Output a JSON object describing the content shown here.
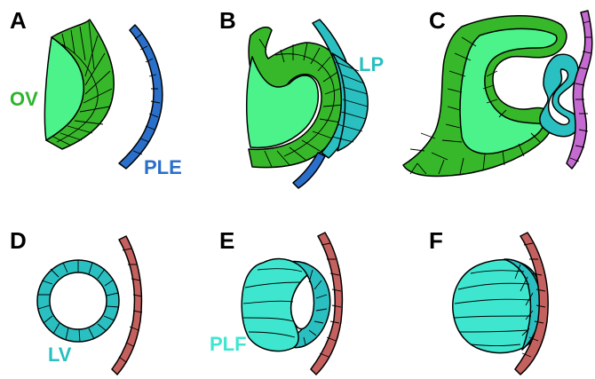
{
  "panels": {
    "a": {
      "letter": "A",
      "labels": {
        "ov": "OV",
        "ple": "PLE"
      }
    },
    "b": {
      "letter": "B",
      "labels": {
        "lp": "LP"
      }
    },
    "c": {
      "letter": "C"
    },
    "d": {
      "letter": "D",
      "labels": {
        "lv": "LV"
      }
    },
    "e": {
      "letter": "E",
      "labels": {
        "plf": "PLF"
      }
    },
    "f": {
      "letter": "F"
    }
  },
  "colors": {
    "optic_vesicle": "#36b82a",
    "ventricle_space": "#4cf28a",
    "surface_ectoderm": "#2a6fc9",
    "lens_cells": "#2abfc0",
    "lens_fiber": "#3ee6d0",
    "cornea_ectoderm": "#c4605e",
    "pigment_layer": "#c46ad0",
    "label_green": "#2db52d",
    "label_blue": "#2a6fc9",
    "label_cyan": "#2abfc0",
    "label_teal": "#3ee6d0",
    "outline": "#000000"
  }
}
